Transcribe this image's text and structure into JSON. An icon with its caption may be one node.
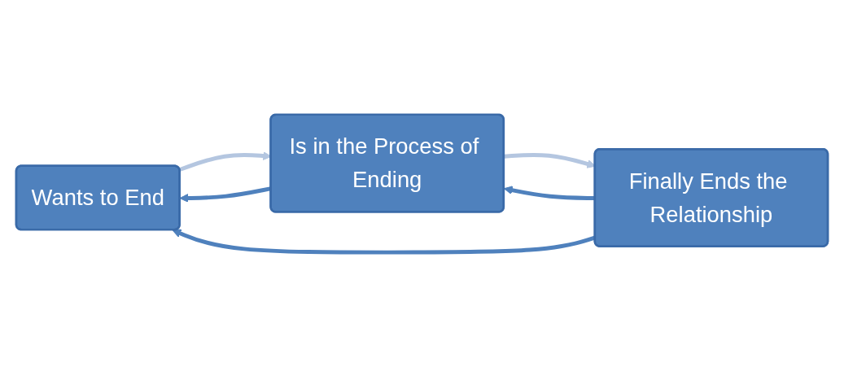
{
  "diagram": {
    "nodes": [
      {
        "text": [
          "Wants to End"
        ]
      },
      {
        "text": [
          "Is in the Process of Ending"
        ]
      },
      {
        "text": [
          "Finally Ends the Relationship"
        ]
      }
    ],
    "edges": [
      {
        "from": 0,
        "to": 1,
        "arrow": "to",
        "color": "#b4c6e0"
      },
      {
        "from": 1,
        "to": 2,
        "arrow": "to",
        "color": "#b4c6e0"
      },
      {
        "from": 2,
        "to": 1,
        "arrow": "to"
      },
      {
        "from": 1,
        "to": 0,
        "arrow": "to"
      },
      {
        "from": 2,
        "to": 0,
        "arrow": "to"
      }
    ]
  }
}
